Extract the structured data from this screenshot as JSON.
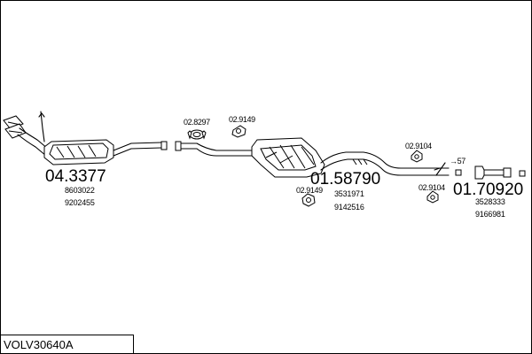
{
  "model_code": "VOLV30640A",
  "parts": {
    "catalyst": {
      "number": "04.3377",
      "refs": [
        "8603022",
        "9202455"
      ]
    },
    "middle_silencer": {
      "number": "01.58790",
      "refs": [
        "3531971",
        "9142516"
      ]
    },
    "rear_silencer": {
      "number": "01.70920",
      "refs": [
        "3528333",
        "9166981"
      ]
    }
  },
  "accessories": {
    "clamp_front": "02.8297",
    "hanger_front": "02.9149",
    "hanger_middle": "02.9149",
    "hanger_rear_top": "02.9104",
    "hanger_rear_bottom": "02.9104",
    "pipe_ref": "57"
  }
}
